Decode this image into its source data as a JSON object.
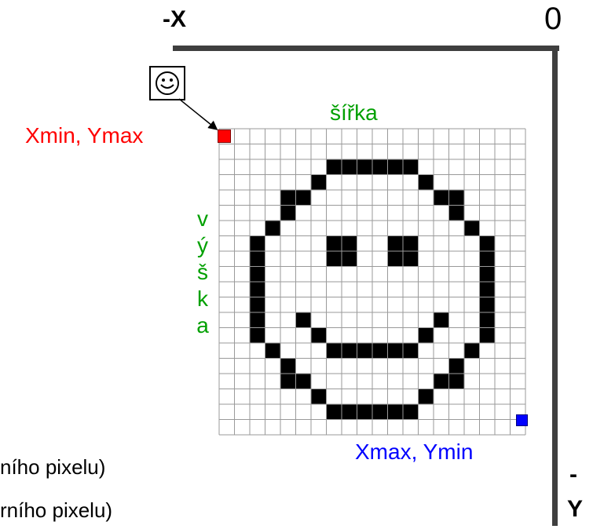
{
  "axes": {
    "neg_x_label": "-X",
    "origin_label": "0",
    "neg_y_dash": "-",
    "neg_y_letter": "Y"
  },
  "corners": {
    "top_left_label": "Xmin, Ymax",
    "bottom_right_label": "Xmax, Ymin",
    "top_left_color": "#ff0000",
    "bottom_right_color": "#0000ff"
  },
  "dimensions": {
    "width_label": "šířka",
    "height_letters": [
      "v",
      "ý",
      "š",
      "k",
      "a"
    ]
  },
  "bottom_text": {
    "line1": "ního pixelu)",
    "line2": "rního pixelu)"
  },
  "icon": {
    "name": "smiley-icon"
  },
  "grid": {
    "cols": 20,
    "rows": 20,
    "filled_cells": [
      [
        2,
        7
      ],
      [
        2,
        8
      ],
      [
        2,
        9
      ],
      [
        2,
        10
      ],
      [
        2,
        11
      ],
      [
        2,
        12
      ],
      [
        3,
        6
      ],
      [
        3,
        13
      ],
      [
        4,
        4
      ],
      [
        4,
        5
      ],
      [
        4,
        14
      ],
      [
        4,
        15
      ],
      [
        5,
        4
      ],
      [
        5,
        15
      ],
      [
        6,
        3
      ],
      [
        6,
        16
      ],
      [
        7,
        2
      ],
      [
        7,
        7
      ],
      [
        7,
        8
      ],
      [
        7,
        11
      ],
      [
        7,
        12
      ],
      [
        7,
        17
      ],
      [
        8,
        2
      ],
      [
        8,
        7
      ],
      [
        8,
        8
      ],
      [
        8,
        11
      ],
      [
        8,
        12
      ],
      [
        8,
        17
      ],
      [
        9,
        2
      ],
      [
        9,
        17
      ],
      [
        10,
        2
      ],
      [
        10,
        17
      ],
      [
        11,
        2
      ],
      [
        11,
        17
      ],
      [
        12,
        2
      ],
      [
        12,
        5
      ],
      [
        12,
        14
      ],
      [
        12,
        17
      ],
      [
        13,
        2
      ],
      [
        13,
        6
      ],
      [
        13,
        13
      ],
      [
        13,
        17
      ],
      [
        14,
        3
      ],
      [
        14,
        7
      ],
      [
        14,
        8
      ],
      [
        14,
        9
      ],
      [
        14,
        10
      ],
      [
        14,
        11
      ],
      [
        14,
        12
      ],
      [
        14,
        16
      ],
      [
        15,
        4
      ],
      [
        15,
        15
      ],
      [
        16,
        4
      ],
      [
        16,
        5
      ],
      [
        16,
        14
      ],
      [
        16,
        15
      ],
      [
        17,
        6
      ],
      [
        17,
        13
      ],
      [
        18,
        7
      ],
      [
        18,
        8
      ],
      [
        18,
        9
      ],
      [
        18,
        10
      ],
      [
        18,
        11
      ],
      [
        18,
        12
      ]
    ]
  }
}
